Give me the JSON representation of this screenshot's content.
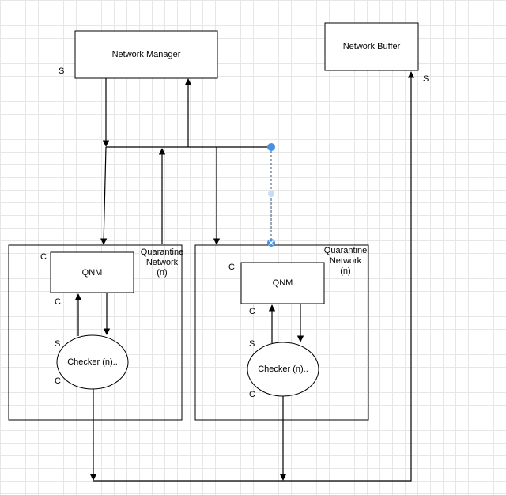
{
  "nodes": {
    "network_manager": "Network Manager",
    "network_buffer": "Network Buffer",
    "qnm_left": "QNM",
    "qnm_right": "QNM",
    "checker_left": "Checker (n)..",
    "checker_right": "Checker (n).."
  },
  "groups": {
    "quarantine_left": [
      "Quarantine",
      "Network",
      "(n)"
    ],
    "quarantine_right": [
      "Quarantine",
      "Network",
      "(n)"
    ]
  },
  "markers": {
    "s": "S",
    "c": "C"
  },
  "colors": {
    "line": "#000000",
    "selection": "#4a90e2",
    "grid": "#e6e6e6"
  }
}
